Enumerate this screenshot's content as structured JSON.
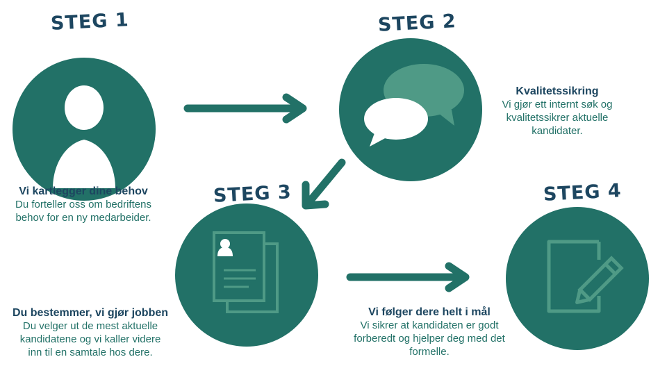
{
  "colors": {
    "circle": "#227167",
    "icon_light": "#4f9a86",
    "title": "#1d4660",
    "text": "#227167"
  },
  "steps": [
    {
      "title": "STEG 1",
      "icon": "person-icon",
      "heading": "Vi kartlegger dine behov",
      "lines": [
        "Du forteller oss om bedriftens",
        "behov for en ny medarbeider."
      ]
    },
    {
      "title": "STEG 2",
      "icon": "chat-bubbles-icon",
      "heading": "Kvalitetssikring",
      "lines": [
        "Vi gjør ett internt søk og",
        "kvalitetssikrer aktuelle",
        "kandidater."
      ]
    },
    {
      "title": "STEG 3",
      "icon": "documents-icon",
      "heading": "Du bestemmer, vi gjør jobben",
      "lines": [
        "Du velger ut de mest aktuelle",
        "kandidatene og vi kaller videre",
        "inn til en samtale hos dere."
      ]
    },
    {
      "title": "STEG 4",
      "icon": "document-pen-icon",
      "heading": "Vi følger dere helt i mål",
      "lines": [
        "Vi sikrer at kandidaten er godt",
        "forberedt og hjelper deg med det",
        "formelle."
      ]
    }
  ]
}
